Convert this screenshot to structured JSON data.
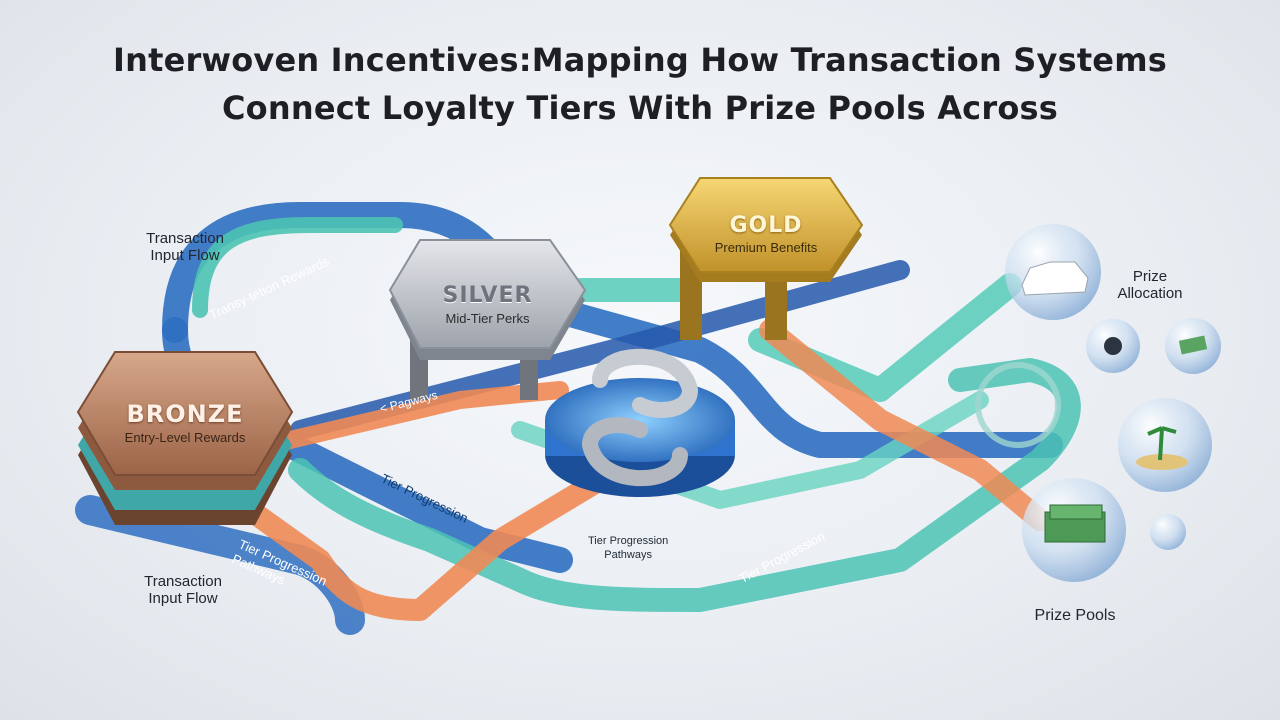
{
  "title": {
    "line1": "Interwoven Incentives:Mapping How Transaction Systems",
    "line2": "Connect Loyalty Tiers With Prize Pools Across"
  },
  "tiers": {
    "bronze": {
      "name": "BRONZE",
      "subtitle": "Entry-Level Rewards",
      "color": "#b57a5a"
    },
    "silver": {
      "name": "SILVER",
      "subtitle": "Mid-Tier Perks",
      "color": "#b9bcc3"
    },
    "gold": {
      "name": "GOLD",
      "subtitle": "Premium Benefits",
      "color": "#d7a931"
    }
  },
  "labels": {
    "transaction_top": [
      "Transaction",
      "Input Flow"
    ],
    "transaction_bottom": [
      "Transaction",
      "Input Flow"
    ],
    "prize_allocation": [
      "Prize",
      "Allocation"
    ],
    "prize_pools": "Prize Pools"
  },
  "path_texts": {
    "top_rewards": "Transy-tetion Rewards",
    "pathways_small": "< Pagways",
    "tier_progression_left": "Tier Progression",
    "tier_progression_lower": "Tier Progression",
    "tier_progression_lower2": "Pathways",
    "tier_progression_center": "Tier Progression",
    "tier_progression_center2": "Pathways",
    "tier_progression_right": "Tier Progression"
  },
  "prizes": [
    {
      "name": "car-prize-icon"
    },
    {
      "name": "watch-prize-icon"
    },
    {
      "name": "cash-prize-icon"
    },
    {
      "name": "island-prize-icon"
    },
    {
      "name": "money-stack-prize-icon"
    }
  ],
  "colors": {
    "blue_path": "#2f6fc1",
    "teal_path": "#4cc3b3",
    "orange_path": "#f08a55",
    "hub": "#3a8de0"
  }
}
